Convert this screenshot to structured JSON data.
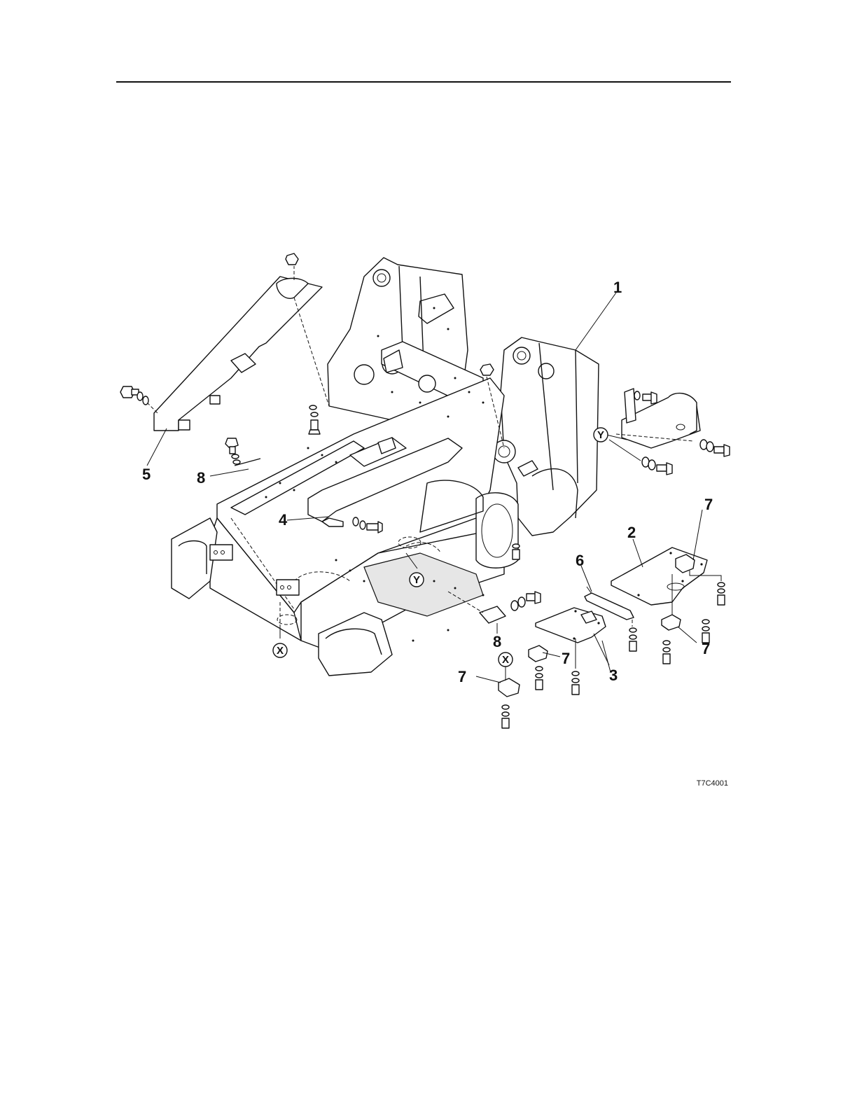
{
  "figure_code": "T7C4001",
  "callouts": [
    "1",
    "2",
    "3",
    "4",
    "5",
    "6",
    "7",
    "8"
  ],
  "reference_marks": [
    "X",
    "Y"
  ]
}
